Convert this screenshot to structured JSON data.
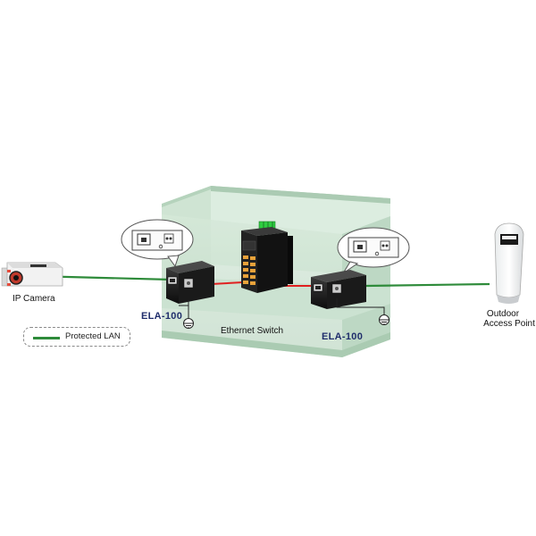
{
  "diagram": {
    "nodes": {
      "ip_camera": "IP Camera",
      "ela_left": "ELA-100",
      "ela_right": "ELA-100",
      "ethernet_switch": "Ethernet Switch",
      "access_point": [
        "Outdoor",
        "Access Point"
      ]
    },
    "legend": {
      "label": "Protected LAN"
    },
    "colors": {
      "protected_lan": "#2e8b3a",
      "internal_link": "#e02020",
      "cabinet": "#bcd8c2",
      "device_label": "#1f2d6b"
    }
  }
}
